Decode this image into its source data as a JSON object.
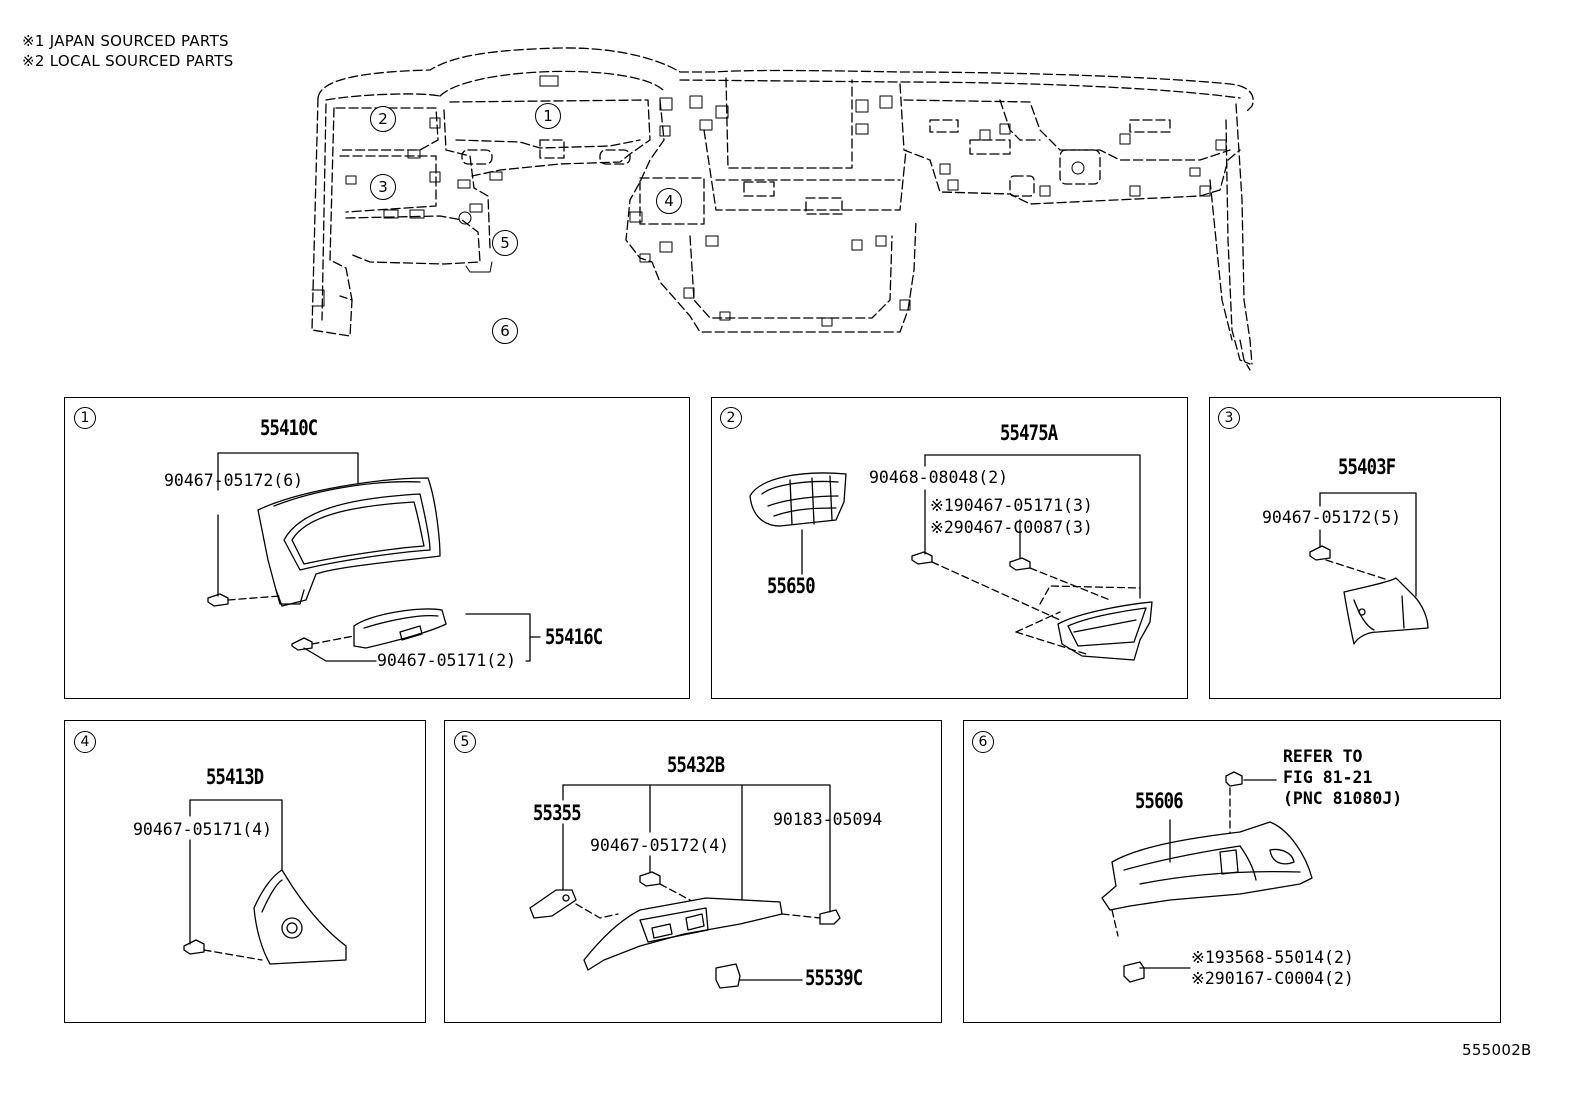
{
  "notes": {
    "japan": "※1 JAPAN SOURCED PARTS",
    "local": "※2 LOCAL SOURCED PARTS"
  },
  "overview_callouts": [
    "1",
    "2",
    "3",
    "4",
    "5",
    "6"
  ],
  "panels": [
    {
      "id": "1",
      "labels": {
        "main": "55410C",
        "clip_a": "90467-05172(6)",
        "sub": "55416C",
        "clip_b": "90467-05171(2)"
      }
    },
    {
      "id": "2",
      "labels": {
        "main": "55475A",
        "clip_a": "90468-08048(2)",
        "clip_b1": "※190467-05171(3)",
        "clip_b2": "※290467-C0087(3)",
        "sub": "55650"
      }
    },
    {
      "id": "3",
      "labels": {
        "main": "55403F",
        "clip_a": "90467-05172(5)"
      }
    },
    {
      "id": "4",
      "labels": {
        "main": "55413D",
        "clip_a": "90467-05171(4)"
      }
    },
    {
      "id": "5",
      "labels": {
        "main": "55432B",
        "part_a": "55355",
        "clip_a": "90467-05172(4)",
        "clip_b": "90183-05094",
        "sub": "55539C"
      }
    },
    {
      "id": "6",
      "labels": {
        "main": "55606",
        "refer1": "REFER TO",
        "refer2": "FIG 81-21",
        "refer3": "(PNC 81080J)",
        "bolt1": "※193568-55014(2)",
        "bolt2": "※290167-C0004(2)"
      }
    }
  ],
  "figure_code": "555002B"
}
